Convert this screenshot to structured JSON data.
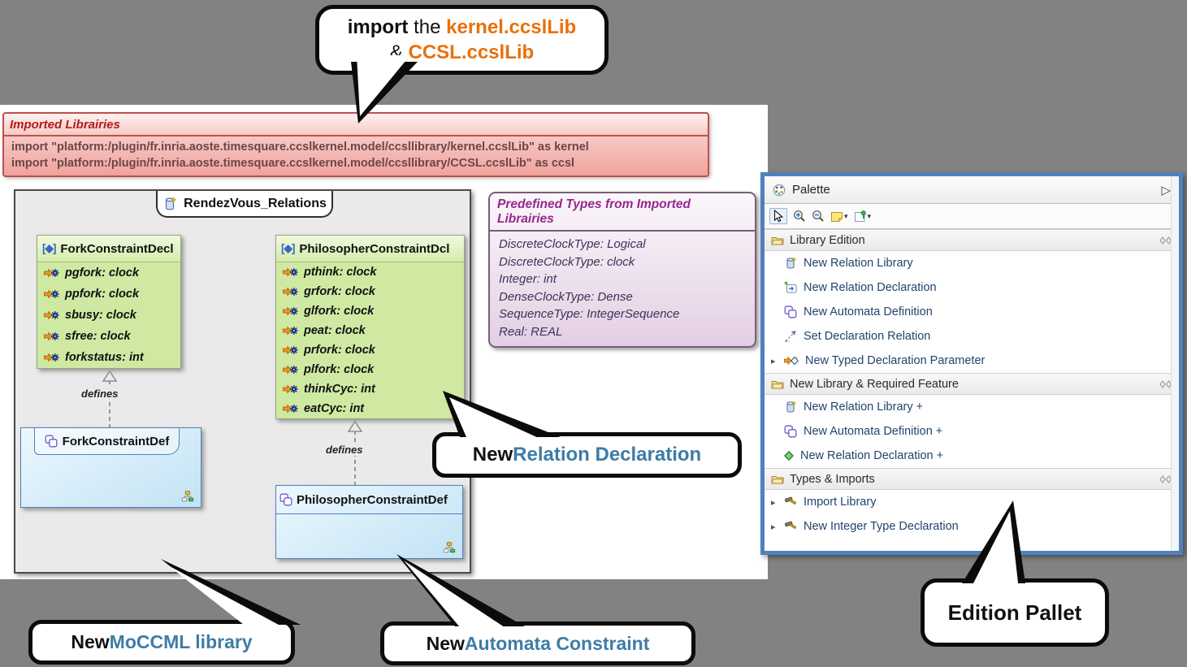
{
  "colors": {
    "background": "#828282",
    "accent_orange": "#e8700a",
    "callout_blue": "#3e7ca6",
    "palette_border": "#4f81bd",
    "imported_red_border": "#c0504d",
    "types_purple_border": "#7b5c7b",
    "decl_green": "#cfe9a3",
    "def_blue": "#d9eefa"
  },
  "callout_import": {
    "word_bold": "import",
    "word_mid": " the ",
    "lib1": "kernel.ccslLib",
    "amp": "& ",
    "lib2": "CCSL.ccslLib"
  },
  "imported_libraries": {
    "title": "Imported Librairies",
    "line1": "import \"platform:/plugin/fr.inria.aoste.timesquare.ccslkernel.model/ccsllibrary/kernel.ccslLib\" as kernel",
    "line2": "import \"platform:/plugin/fr.inria.aoste.timesquare.ccslkernel.model/ccsllibrary/CCSL.ccslLib\" as ccsl"
  },
  "diagram": {
    "frame_title": "RendezVous_Relations",
    "defines_label": "defines",
    "fork_decl": {
      "badge": "[◆]",
      "name": "ForkConstraintDecl",
      "attrs": [
        "pgfork: clock",
        "ppfork: clock",
        "sbusy: clock",
        "sfree: clock",
        "forkstatus: int"
      ]
    },
    "phil_decl": {
      "badge": "[◆]",
      "name": "PhilosopherConstraintDcl",
      "attrs": [
        "pthink: clock",
        "grfork: clock",
        "glfork: clock",
        "peat: clock",
        "prfork: clock",
        "plfork: clock",
        "thinkCyc: int",
        "eatCyc: int"
      ]
    },
    "fork_def": {
      "name": "ForkConstraintDef"
    },
    "phil_def": {
      "name": "PhilosopherConstraintDef"
    }
  },
  "predefined_types": {
    "title": "Predefined Types from Imported Librairies",
    "entries": [
      "DiscreteClockType: Logical",
      "DiscreteClockType: clock",
      "Integer: int",
      "DenseClockType: Dense",
      "SequenceType: IntegerSequence",
      "Real: REAL"
    ]
  },
  "palette": {
    "title": "Palette",
    "collapse_arrow": "▷",
    "tools": [
      "select-tool",
      "zoom-in-tool",
      "zoom-out-tool",
      "note-tool",
      "pin-note-tool"
    ],
    "sections": [
      {
        "label": "Library Edition",
        "items": [
          {
            "label": "New Relation Library",
            "icon": "relation-library"
          },
          {
            "label": "New Relation Declaration",
            "icon": "relation-declaration"
          },
          {
            "label": "New Automata Definition",
            "icon": "automata-definition"
          },
          {
            "label": "Set Declaration Relation",
            "icon": "set-declaration-relation"
          },
          {
            "label": "New Typed Declaration Parameter",
            "icon": "typed-declaration-parameter"
          }
        ]
      },
      {
        "label": "New Library & Required Feature",
        "items": [
          {
            "label": "New Relation Library +",
            "icon": "relation-library"
          },
          {
            "label": "New Automata Definition +",
            "icon": "automata-definition"
          },
          {
            "label": "New Relation Declaration +",
            "icon": "green-diamond"
          }
        ]
      },
      {
        "label": "Types & Imports",
        "items": [
          {
            "label": "Import Library",
            "icon": "hammer"
          },
          {
            "label": "New Integer Type Declaration",
            "icon": "hammer"
          }
        ]
      }
    ]
  },
  "callouts": {
    "relation_declaration": {
      "bold": "New ",
      "highlight": "Relation Declaration"
    },
    "moccml": {
      "bold": "New ",
      "highlight": "MoCCML library"
    },
    "automata": {
      "bold": "New ",
      "highlight": "Automata Constraint"
    },
    "edition_pallet": {
      "label": "Edition Pallet"
    }
  }
}
